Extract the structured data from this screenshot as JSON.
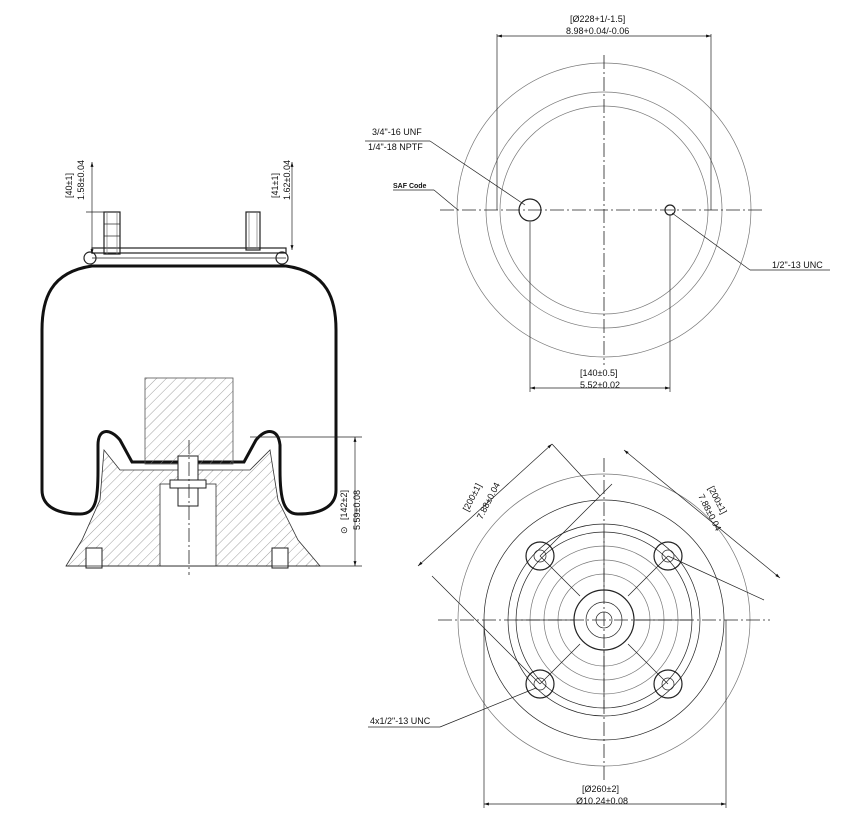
{
  "side_view": {
    "left_stud_height_mm": "[40±1]",
    "left_stud_height_in": "1.58±0.04",
    "right_stud_height_mm": "[41±1]",
    "right_stud_height_in": "1.62±0.04",
    "height_mm": "[142±2]",
    "height_in": "5.59±0.08",
    "height_symbol": "⊙"
  },
  "top_view": {
    "diameter_mm": "[Ø228+1/-1.5]",
    "diameter_in": "8.98+0.04/-0.06",
    "thread_a": "3/4\"-16 UNF",
    "thread_b": "1/4\"-18 NPTF",
    "saf_code": "SAF Code",
    "right_thread": "1/2\"-13 UNC",
    "spacing_mm": "[140±0.5]",
    "spacing_in": "5.52±0.02"
  },
  "bottom_view": {
    "left_diag_mm": "[200±1]",
    "left_diag_in": "7.88±0.04",
    "right_diag_mm": "[200±1]",
    "right_diag_in": "7.88±0.04",
    "bolt_thread": "4x1/2\"-13 UNC",
    "diameter_mm": "[Ø260±2]",
    "diameter_in": "Ø10.24±0.08"
  }
}
